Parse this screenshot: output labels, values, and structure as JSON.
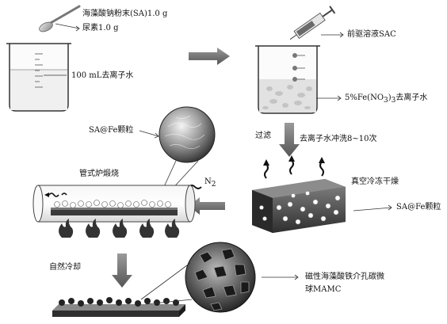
{
  "labels": {
    "sa_line1": "海藻酸钠粉末(SA)1.0 g",
    "sa_line2": "尿素1.0 g",
    "water_100": "100 mL去离子水",
    "precursor": "前驱溶液SAC",
    "fe_prefix": "5%Fe(NO",
    "fe_sub": "3",
    "fe_mid": ")",
    "fe_sub2": "3",
    "fe_suffix": "去离子水",
    "filter": "过滤",
    "wash": "去离子水冲洗8~10次",
    "freeze_dry": "真空冷冻干燥",
    "sa_fe_right": "SA@Fe颗粒",
    "sa_fe_top": "SA@Fe颗粒",
    "tube_furnace": "管式炉煅烧",
    "n2": "N",
    "n2_sub": "2",
    "natural_cooling": "自然冷却",
    "mamc_line1": "磁性海藻酸铁介孔碳微",
    "mamc_line2": "球MAMC"
  }
}
